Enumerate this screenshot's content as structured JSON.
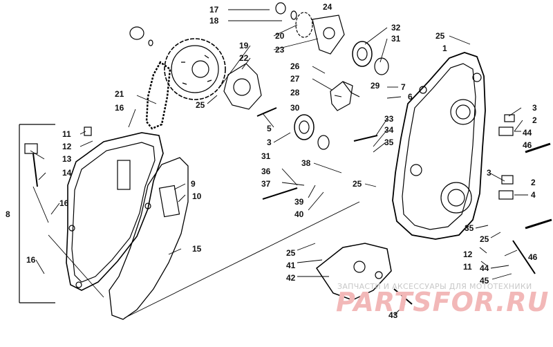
{
  "callouts": [
    {
      "id": "c17a",
      "text": "17"
    },
    {
      "id": "c18",
      "text": "18"
    },
    {
      "id": "c24",
      "text": "24"
    },
    {
      "id": "c20",
      "text": "20"
    },
    {
      "id": "c23",
      "text": "23"
    },
    {
      "id": "c32",
      "text": "32"
    },
    {
      "id": "c31a",
      "text": "31"
    },
    {
      "id": "c25a",
      "text": "25"
    },
    {
      "id": "c1",
      "text": "1"
    },
    {
      "id": "c19",
      "text": "19"
    },
    {
      "id": "c22",
      "text": "22"
    },
    {
      "id": "c26",
      "text": "26"
    },
    {
      "id": "c27",
      "text": "27"
    },
    {
      "id": "c28",
      "text": "28"
    },
    {
      "id": "c29",
      "text": "29"
    },
    {
      "id": "c7",
      "text": "7"
    },
    {
      "id": "c6",
      "text": "6"
    },
    {
      "id": "c21",
      "text": "21"
    },
    {
      "id": "c16a",
      "text": "16"
    },
    {
      "id": "c25b",
      "text": "25"
    },
    {
      "id": "c30",
      "text": "30"
    },
    {
      "id": "c3a",
      "text": "3"
    },
    {
      "id": "c2a",
      "text": "2"
    },
    {
      "id": "c44a",
      "text": "44"
    },
    {
      "id": "c46a",
      "text": "46"
    },
    {
      "id": "c5",
      "text": "5"
    },
    {
      "id": "c3b",
      "text": "3"
    },
    {
      "id": "c31b",
      "text": "31"
    },
    {
      "id": "c33",
      "text": "33"
    },
    {
      "id": "c34",
      "text": "34"
    },
    {
      "id": "c35a",
      "text": "35"
    },
    {
      "id": "c11a",
      "text": "11"
    },
    {
      "id": "c12a",
      "text": "12"
    },
    {
      "id": "c13",
      "text": "13"
    },
    {
      "id": "c14",
      "text": "14"
    },
    {
      "id": "c8",
      "text": "8"
    },
    {
      "id": "c36",
      "text": "36"
    },
    {
      "id": "c37",
      "text": "37"
    },
    {
      "id": "c38",
      "text": "38"
    },
    {
      "id": "c25c",
      "text": "25"
    },
    {
      "id": "c9",
      "text": "9"
    },
    {
      "id": "c10",
      "text": "10"
    },
    {
      "id": "c2b",
      "text": "2"
    },
    {
      "id": "c3c",
      "text": "3"
    },
    {
      "id": "c4",
      "text": "4"
    },
    {
      "id": "c39",
      "text": "39"
    },
    {
      "id": "c40",
      "text": "40"
    },
    {
      "id": "c16b",
      "text": "16"
    },
    {
      "id": "c15",
      "text": "15"
    },
    {
      "id": "c35b",
      "text": "35"
    },
    {
      "id": "c25d",
      "text": "25"
    },
    {
      "id": "c12b",
      "text": "12"
    },
    {
      "id": "c46b",
      "text": "46"
    },
    {
      "id": "c11b",
      "text": "11"
    },
    {
      "id": "c25e",
      "text": "25"
    },
    {
      "id": "c41",
      "text": "41"
    },
    {
      "id": "c42",
      "text": "42"
    },
    {
      "id": "c44b",
      "text": "44"
    },
    {
      "id": "c45",
      "text": "45"
    },
    {
      "id": "c16c",
      "text": "16"
    },
    {
      "id": "c43",
      "text": "43"
    }
  ],
  "watermark": {
    "tagline": "ЗАПЧАСТИ И АКСЕССУАРЫ ДЛЯ МОТОТЕХНИКИ",
    "brand": "PARTSFOR.RU"
  }
}
